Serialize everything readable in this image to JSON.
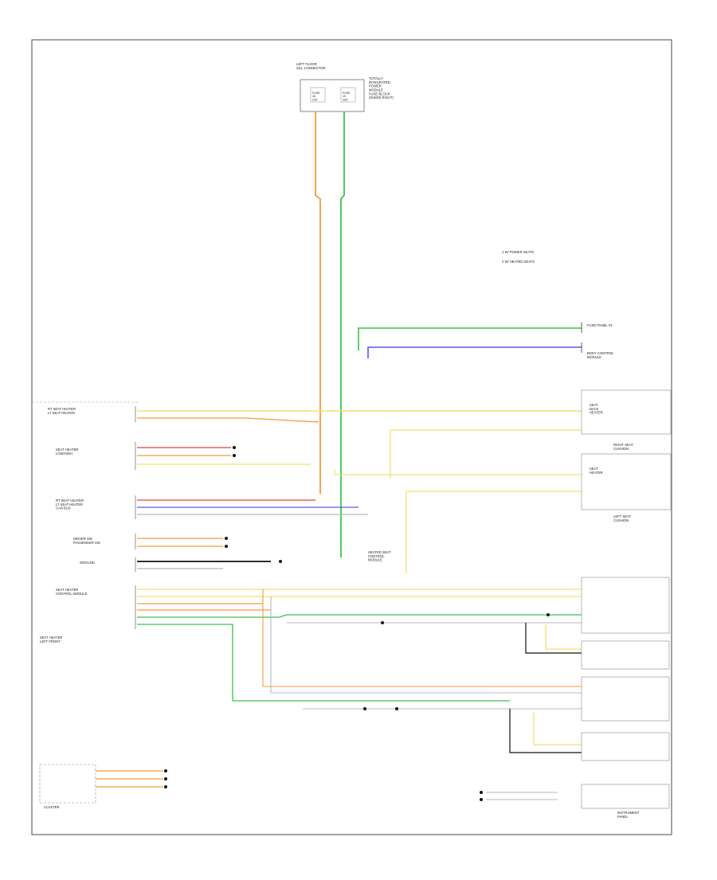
{
  "colors": {
    "orange": "#f39a3c",
    "green": "#3cc24a",
    "blue": "#5a5ae0",
    "yellow": "#f0e070",
    "red": "#e8403c",
    "gray": "#b8b8b8",
    "black": "#111111"
  },
  "labels": {
    "top_connector": "LEFT FLOOR\nSILL CONNECTOR",
    "top_module": "TOTALLY\nINTEGRATED\nPOWER\nMODULE\nFUSE BLOCK\n(INSIDE RIGHT)",
    "fuse_left": "FUSE\n18\n20A",
    "fuse_right": "FUSE\n19\n20A",
    "legend_1": "1  W/ POWER SEATS",
    "legend_2": "2  W/ HEATED SEATS",
    "right_conn_top": "FUSE PANEL #3",
    "right_conn_top2": "BODY CONTROL\nMODULE",
    "right_box1": "SEAT\nBACK\nHEATER",
    "right_module1": "RIGHT SEAT\nCUSHION",
    "right_box2": "SEAT\nHEATER",
    "right_module2": "LEFT SEAT\nCUSHION",
    "left_group1": "RT SEAT HEATER\nLT SEAT HEATER",
    "left_group2": "SEAT HEATER\nLOW/HIGH",
    "left_group3": "RT SEAT HEATER\nLT SEAT HEATER\nCAN BUS",
    "left_group4": "DRIVER SW\nPASSENGER SW",
    "left_group5": "GROUND",
    "left_group6": "SEAT HEATER\nCONTROL MODULE",
    "left_group7": "SEAT HEATER\nLEFT FRONT",
    "heater_module": "HEATED SEAT\nCONTROL\nMODULE",
    "bottom_left": "CLUSTER",
    "bottom_right": "INSTRUMENT\nPANEL"
  }
}
